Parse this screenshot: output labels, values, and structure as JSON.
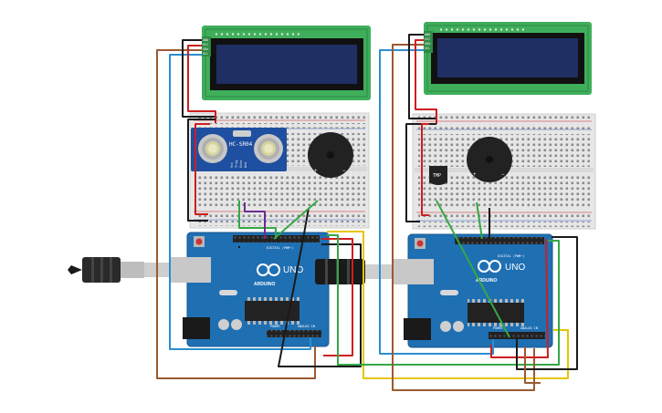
{
  "left_circuit": {
    "lcd_pins": [
      "GND",
      "VCC",
      "SDA",
      "SCL"
    ],
    "sensor_label": "HC-SR04",
    "sensor_pins": [
      "Vcc",
      "Trig",
      "Echo",
      "Gnd"
    ],
    "board_brand": "ARDUINO",
    "board_model": "UNO",
    "header_digital": "DIGITAL (PWM~)",
    "header_power": "POWER",
    "header_analog": "ANALOG IN"
  },
  "right_circuit": {
    "lcd_pins": [
      "GND",
      "VCC",
      "SDA",
      "SCL"
    ],
    "sensor_label": "TMP",
    "board_brand": "ARDUINO",
    "board_model": "UNO",
    "header_digital": "DIGITAL (PWM~)",
    "header_power": "POWER",
    "header_analog": "ANALOG IN"
  },
  "colors": {
    "lcd_frame": "#3fae5b",
    "lcd_screen": "#1f2f63",
    "breadboard": "#e6e6e6",
    "board": "#1f6fb3",
    "wire_black": "#1a1a1a",
    "wire_red": "#cc1f1f",
    "wire_brown": "#9a5a32",
    "wire_blue": "#2a8fd0",
    "wire_green": "#35a845",
    "wire_yellow": "#e5c600",
    "wire_purple": "#6b2d8e"
  }
}
